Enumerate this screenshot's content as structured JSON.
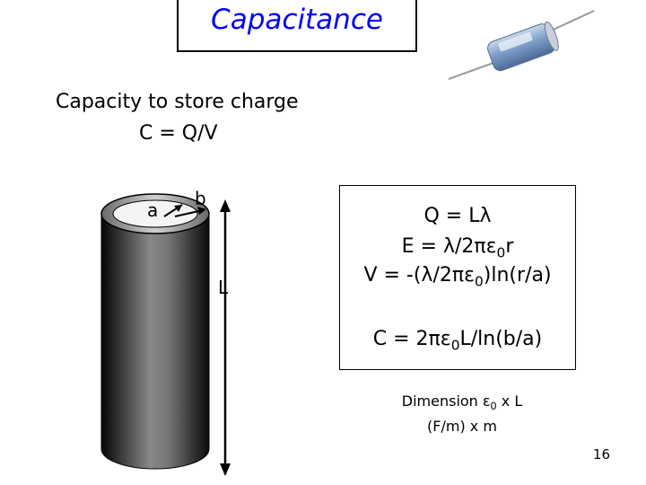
{
  "slide": {
    "title": "Capacitance",
    "line1": "Capacity to store charge",
    "line2": "C = Q/V",
    "page_number": "16"
  },
  "diagram": {
    "label_a": "a",
    "label_b": "b",
    "label_L": "L"
  },
  "equations": {
    "eq1": "Q = Lλ",
    "eq2_main": "E = λ/2πε",
    "eq2_sub": "0",
    "eq2_end": "r",
    "eq3_main": "V = -(λ/2πε",
    "eq3_sub": "0",
    "eq3_end": ")ln(r/a)",
    "eq4_main": "C = 2πε",
    "eq4_sub": "0",
    "eq4_end": "L/ln(b/a)"
  },
  "dimension": {
    "line1_main": "Dimension ε",
    "line1_sub": "0",
    "line1_end": " x L",
    "line2": "(F/m) x m"
  },
  "colors": {
    "title": "#0000ff",
    "capacitor_body": "#7f9fc8"
  }
}
